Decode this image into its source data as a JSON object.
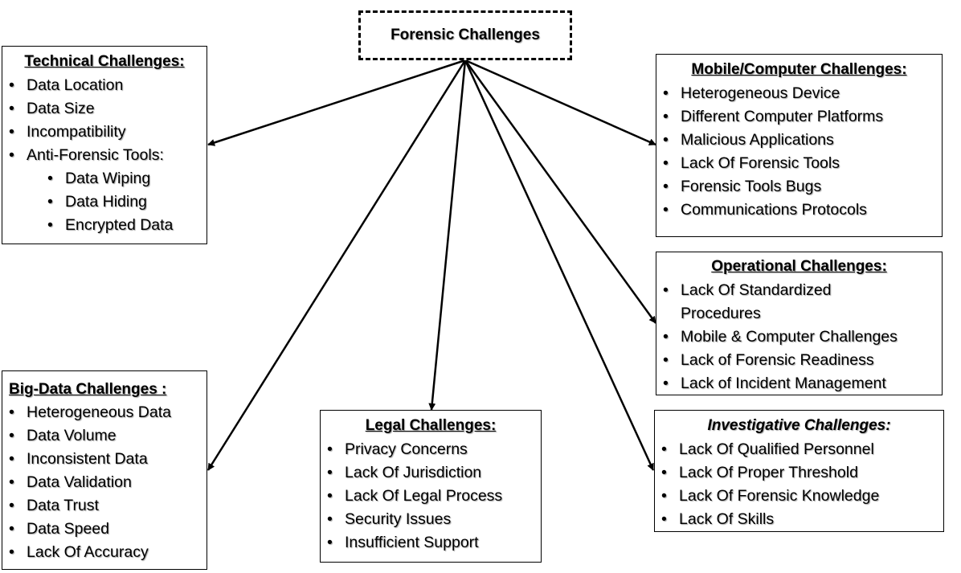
{
  "root": {
    "title": "Forensic Challenges"
  },
  "technical": {
    "title": "Technical Challenges:",
    "items": [
      "Data Location",
      "Data Size",
      "Incompatibility",
      "Anti-Forensic Tools:"
    ],
    "sub_items": [
      "Data Wiping",
      "Data Hiding",
      "Encrypted Data"
    ]
  },
  "mobile": {
    "title": "Mobile/Computer Challenges:",
    "items": [
      "Heterogeneous Device",
      "Different Computer Platforms",
      "Malicious Applications",
      "Lack Of Forensic Tools",
      "Forensic Tools Bugs",
      "Communications Protocols"
    ]
  },
  "operational": {
    "title": "Operational Challenges:",
    "items": [
      "Lack Of Standardized Procedures",
      "Mobile & Computer Challenges",
      "Lack of Forensic Readiness",
      "Lack of Incident Management"
    ]
  },
  "bigdata": {
    "title": "Big-Data Challenges :",
    "items": [
      "Heterogeneous Data",
      "Data Volume",
      "Inconsistent Data",
      "Data Validation",
      "Data Trust",
      "Data Speed",
      "Lack Of Accuracy"
    ]
  },
  "legal": {
    "title": "Legal Challenges:",
    "items": [
      "Privacy Concerns",
      "Lack Of Jurisdiction",
      "Lack Of Legal Process",
      "Security Issues",
      "Insufficient Support"
    ]
  },
  "investigative": {
    "title": "Investigative Challenges:",
    "items": [
      "Lack Of Qualified Personnel",
      "Lack Of Proper Threshold",
      "Lack Of Forensic Knowledge",
      "Lack Of Skills"
    ]
  }
}
